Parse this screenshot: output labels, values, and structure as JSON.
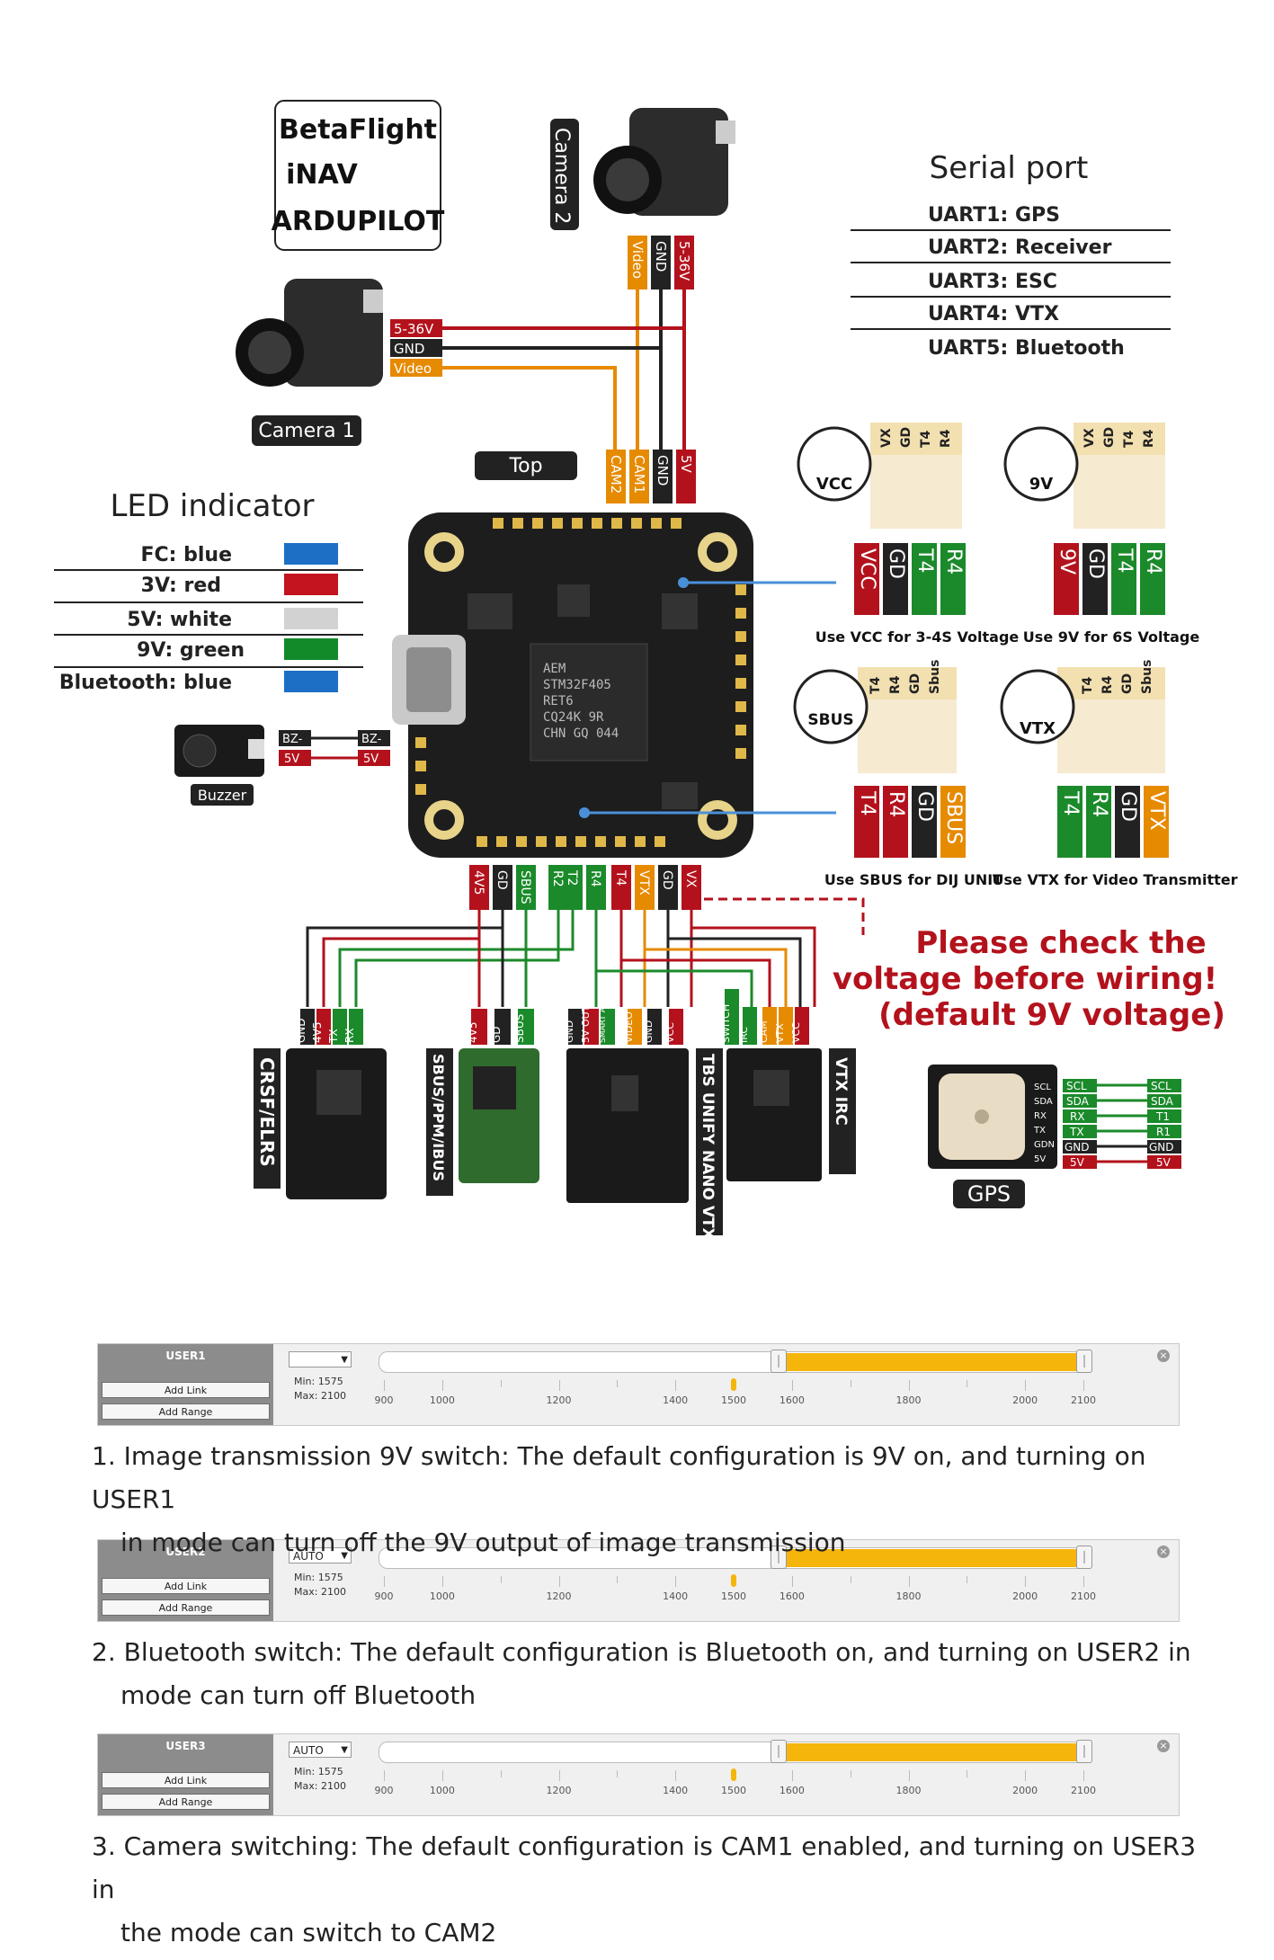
{
  "firmware": [
    "BetaFlight",
    "iNAV",
    "ARDUPILOT"
  ],
  "camera1": {
    "label": "Camera 1",
    "wires": [
      "5-36V",
      "GND",
      "Video"
    ]
  },
  "camera2": {
    "label": "Camera 2",
    "wires": [
      "Video",
      "GND",
      "5-36V"
    ]
  },
  "top_label": "Top",
  "top_pads": [
    "CAM2",
    "CAM1",
    "GND",
    "5V"
  ],
  "serial": {
    "title": "Serial port",
    "rows": [
      "UART1:  GPS",
      "UART2:  Receiver",
      "UART3:  ESC",
      "UART4:  VTX",
      "UART5:  Bluetooth"
    ]
  },
  "led": {
    "title": "LED indicator",
    "rows": [
      {
        "label": "FC:  blue",
        "color": "#1c6fc4"
      },
      {
        "label": "3V:  red",
        "color": "#c4141f"
      },
      {
        "label": "5V:  white",
        "color": "#d2d2d2"
      },
      {
        "label": "9V:  green",
        "color": "#128a2a"
      },
      {
        "label": "Bluetooth:  blue",
        "color": "#1c6fc4"
      }
    ]
  },
  "buzzer": {
    "label": "Buzzer",
    "wires": [
      "BZ-",
      "5V"
    ]
  },
  "chip": [
    "AEM",
    "STM32F405",
    "RET6",
    "CQ24K   9R",
    "CHN   GQ 044"
  ],
  "connectors": [
    {
      "badge": "VCC",
      "header": [
        "VX",
        "GD",
        "T4",
        "R4"
      ],
      "pins": [
        "VCC",
        "GD",
        "T4",
        "R4"
      ],
      "note": "Use VCC for 3-4S Voltage"
    },
    {
      "badge": "9V",
      "header": [
        "VX",
        "GD",
        "T4",
        "R4"
      ],
      "pins": [
        "9V",
        "GD",
        "T4",
        "R4"
      ],
      "note": "Use 9V for 6S Voltage"
    },
    {
      "badge": "SBUS",
      "header": [
        "T4",
        "R4",
        "GD",
        "Sbus"
      ],
      "pins": [
        "T4",
        "R4",
        "GD",
        "SBUS"
      ],
      "note": "Use SBUS for DIJ UNIT"
    },
    {
      "badge": "VTX",
      "header": [
        "T4",
        "R4",
        "GD",
        "Sbus"
      ],
      "pins": [
        "T4",
        "R4",
        "GD",
        "VTX"
      ],
      "note": "Use VTX for Video Transmitter"
    }
  ],
  "bottom_pads": [
    "4V5",
    "GD",
    "SBUS",
    "R2",
    "T2",
    "R4",
    "T4",
    "VTX",
    "GD",
    "VX"
  ],
  "warning": [
    "Please check the",
    "voltage before wiring!",
    "(default 9V voltage)"
  ],
  "receivers": [
    {
      "name": "CRSF/ELRS",
      "pins": [
        "GND",
        "4V5",
        "TX",
        "RX"
      ]
    },
    {
      "name": "SBUS/PPM/IBUS",
      "pins": [
        "4V5",
        "GD",
        "SBUS"
      ]
    },
    {
      "name": "TBS UNIFY NANO VTX",
      "pins": [
        "GND",
        "5V OUT",
        "SMART AUDIO",
        "VIDEO",
        "GND",
        "VCC"
      ]
    },
    {
      "name": "VTX IRC",
      "pins": [
        "SWITCH",
        "IRC",
        "CAM",
        "VTX",
        "VCC"
      ]
    }
  ],
  "gps": {
    "label": "GPS",
    "module_pins": [
      "SCL",
      "SDA",
      "RX",
      "TX",
      "GDN",
      "5V"
    ],
    "wire_left": [
      "SCL",
      "SDA",
      "RX",
      "TX",
      "GND",
      "5V"
    ],
    "wire_right": [
      "SCL",
      "SDA",
      "T1",
      "R1",
      "GND",
      "5V"
    ]
  },
  "modes": [
    {
      "name": "USER1",
      "select": "",
      "min": "Min: 1575",
      "max": "Max: 2100",
      "range_low": 1575,
      "range_high": 2100,
      "marker": 1500
    },
    {
      "name": "USER2",
      "select": "AUTO",
      "min": "Min: 1575",
      "max": "Max: 2100",
      "range_low": 1575,
      "range_high": 2100,
      "marker": 1500
    },
    {
      "name": "USER3",
      "select": "AUTO",
      "min": "Min: 1575",
      "max": "Max: 2100",
      "range_low": 1575,
      "range_high": 2100,
      "marker": 1500
    }
  ],
  "mode_buttons": {
    "add_link": "Add Link",
    "add_range": "Add Range"
  },
  "scale_ticks": [
    "900",
    "1000",
    "1200",
    "1400",
    "1500",
    "1600",
    "1800",
    "2000",
    "2100"
  ],
  "notes": [
    {
      "l1": "1. Image transmission 9V switch: The default configuration is 9V on, and turning on USER1",
      "l2": "in mode can turn off the 9V output of image transmission"
    },
    {
      "l1": "2. Bluetooth switch: The default configuration is Bluetooth on, and turning on USER2 in",
      "l2": "mode can turn off Bluetooth"
    },
    {
      "l1": "3. Camera switching: The default configuration is CAM1 enabled, and turning on USER3 in",
      "l2": "the mode can switch to CAM2"
    }
  ]
}
